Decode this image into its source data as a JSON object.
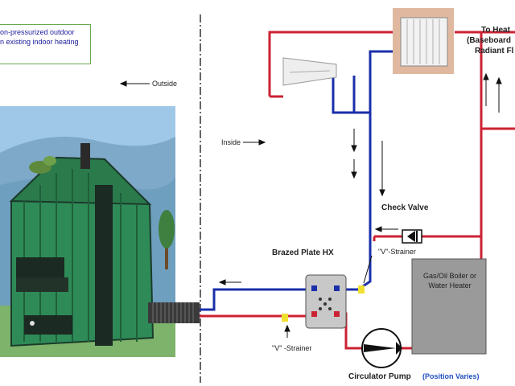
{
  "caption": {
    "line1": "on-pressurized outdoor",
    "line2": "n existing indoor heating"
  },
  "labels": {
    "outside": "Outside",
    "inside": "Inside",
    "to_heat_line1": "To Heat",
    "to_heat_line2": "(Baseboard",
    "to_heat_line3": "Radiant Fl",
    "check_valve": "Check Valve",
    "brazed_plate_hx": "Brazed Plate HX",
    "v_strainer_top": "\"V\"-Strainer",
    "v_strainer_bottom": "\"V\" -Strainer",
    "boiler_line1": "Gas/Oil Boiler or",
    "boiler_line2": "Water Heater",
    "circulator_pump": "Circulator Pump",
    "position_varies": "(Position Varies)"
  },
  "colors": {
    "supply_pipe": "#cc2233",
    "return_pipe": "#1a2faa",
    "furnace_green": "#2e8b57",
    "boiler_gray": "#9a9a9a",
    "caption_border": "#6aa84f",
    "position_varies": "#1f4fbf"
  }
}
